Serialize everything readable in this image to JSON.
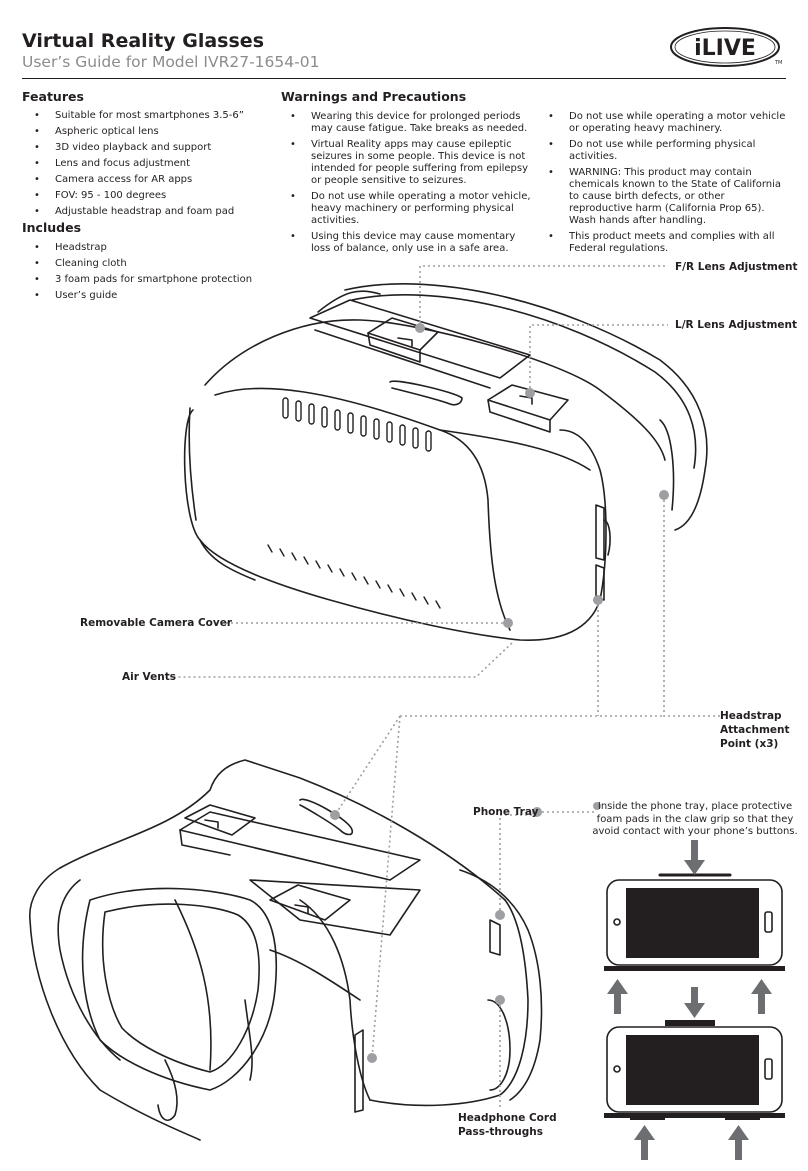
{
  "header": {
    "title": "Virtual Reality Glasses",
    "subtitle": "User’s Guide for Model IVR27-1654-01",
    "logo_text": "iLIVE",
    "logo_tm": "TM"
  },
  "features": {
    "heading": "Features",
    "items": [
      "Suitable for most smartphones 3.5-6”",
      "Aspheric optical lens",
      "3D video playback and support",
      "Lens and focus adjustment",
      "Camera access for AR apps",
      "FOV: 95 - 100 degrees",
      "Adjustable headstrap and foam pad"
    ]
  },
  "includes": {
    "heading": "Includes",
    "items": [
      "Headstrap",
      "Cleaning cloth",
      "3 foam pads for smartphone protection",
      "User’s guide"
    ]
  },
  "warnings": {
    "heading": "Warnings and Precautions",
    "col1": [
      "Wearing this device for prolonged periods may cause fatigue. Take breaks as needed.",
      "Virtual Reality apps may cause epileptic seizures in some people. This device is not intended for people suffering from epilepsy or people sensitive to seizures.",
      "Do not use while operating a motor vehicle, heavy machinery or performing physical activities.",
      "Using this device may cause momentary loss of balance, only use in a safe area."
    ],
    "col2": [
      "Do not use while operating a motor vehicle or operating heavy machinery.",
      "Do not use while performing physical activities.",
      "WARNING: This product may contain chemicals known to the State of California to cause birth defects, or other reproductive harm (California Prop 65). Wash hands after handling.",
      "This product meets and complies with all Federal regulations."
    ]
  },
  "callouts": {
    "fr_lens": "F/R Lens Adjustment",
    "lr_lens": "L/R Lens Adjustment",
    "camera_cover": "Removable Camera Cover",
    "air_vents": "Air Vents",
    "headstrap_1": "Headstrap",
    "headstrap_2": "Attachment",
    "headstrap_3": "Point (x3)",
    "phone_tray": "Phone Tray",
    "headphone_1": "Headphone Cord",
    "headphone_2": "Pass-throughs"
  },
  "tray_note": "Inside the phone tray, place protective foam pads in the claw grip so that they avoid contact with your phone’s buttons.",
  "colors": {
    "text": "#231f20",
    "subtitle": "#8a8c8e",
    "callout_dot": "#9d9fa2",
    "arrow": "#6d6e71"
  }
}
